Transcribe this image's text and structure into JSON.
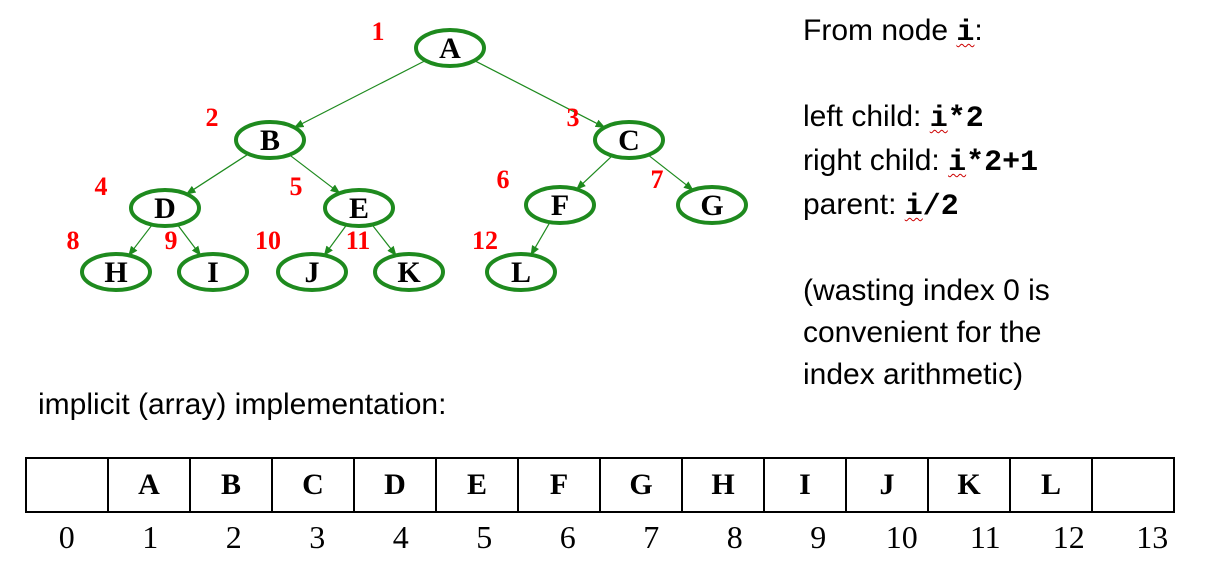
{
  "tree": {
    "nodes": [
      {
        "label": "A",
        "index": "1"
      },
      {
        "label": "B",
        "index": "2"
      },
      {
        "label": "C",
        "index": "3"
      },
      {
        "label": "D",
        "index": "4"
      },
      {
        "label": "E",
        "index": "5"
      },
      {
        "label": "F",
        "index": "6"
      },
      {
        "label": "G",
        "index": "7"
      },
      {
        "label": "H",
        "index": "8"
      },
      {
        "label": "I",
        "index": "9"
      },
      {
        "label": "J",
        "index": "10"
      },
      {
        "label": "K",
        "index": "11"
      },
      {
        "label": "L",
        "index": "12"
      }
    ],
    "edges": [
      [
        "A",
        "B"
      ],
      [
        "A",
        "C"
      ],
      [
        "B",
        "D"
      ],
      [
        "B",
        "E"
      ],
      [
        "C",
        "F"
      ],
      [
        "C",
        "G"
      ],
      [
        "D",
        "H"
      ],
      [
        "D",
        "I"
      ],
      [
        "E",
        "J"
      ],
      [
        "E",
        "K"
      ],
      [
        "F",
        "L"
      ]
    ],
    "colors": {
      "node_border": "#1e8a1e",
      "index_label": "#ff0000",
      "edge": "#1e8a1e"
    }
  },
  "notes": {
    "title_prefix": "From node ",
    "title_var": "i",
    "title_suffix": ":",
    "left_label": "left child: ",
    "left_var": "i",
    "left_expr": "*2",
    "right_label": "right child: ",
    "right_var": "i",
    "right_expr": "*2+1",
    "parent_label": "parent: ",
    "parent_var": "i",
    "parent_expr": "/2",
    "remark_1": "(wasting index 0 is",
    "remark_2": "convenient for the",
    "remark_3": "index arithmetic)"
  },
  "impl_label": "implicit (array) implementation:",
  "array": {
    "cells": [
      "",
      "A",
      "B",
      "C",
      "D",
      "E",
      "F",
      "G",
      "H",
      "I",
      "J",
      "K",
      "L",
      ""
    ],
    "indices": [
      "0",
      "1",
      "2",
      "3",
      "4",
      "5",
      "6",
      "7",
      "8",
      "9",
      "10",
      "11",
      "12",
      "13"
    ]
  }
}
